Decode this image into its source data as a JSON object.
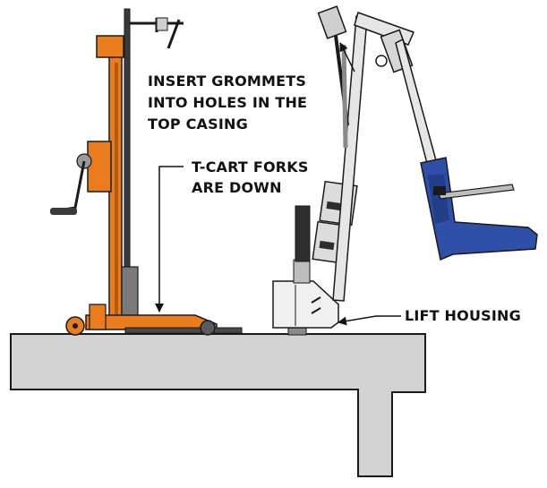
{
  "callouts": {
    "grommets_line1": "INSERT GROMMETS",
    "grommets_line2": "INTO HOLES IN THE",
    "grommets_line3": "TOP CASING",
    "forks_line1": "T-CART FORKS",
    "forks_line2": "ARE DOWN",
    "housing": "LIFT HOUSING"
  },
  "colors": {
    "cart_orange": "#e87c1e",
    "cart_dark": "#3a3a3a",
    "pool_deck": "#d2d2d2",
    "seat_blue": "#2f4fa8",
    "housing_light": "#f0f0f0",
    "outline": "#1a1a1a"
  }
}
